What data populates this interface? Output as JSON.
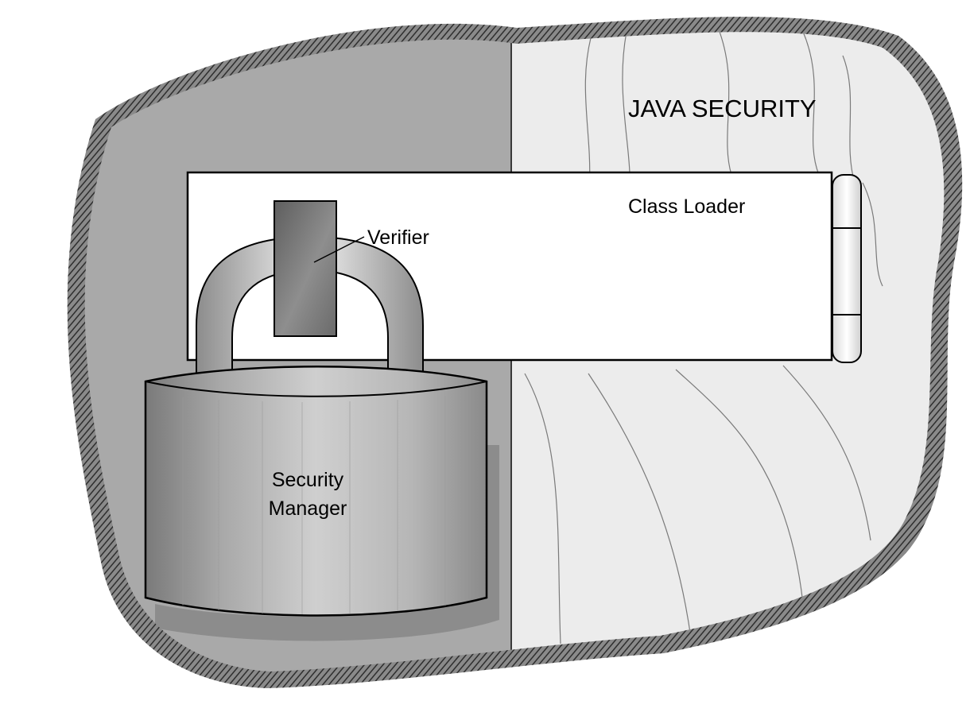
{
  "diagram": {
    "title": "JAVA SECURITY",
    "components": [
      {
        "id": "class-loader",
        "label": "Class Loader",
        "shape": "scroll-panel"
      },
      {
        "id": "verifier",
        "label": "Verifier",
        "shape": "shackle-bar"
      },
      {
        "id": "security-manager",
        "label_lines": [
          "Security",
          "Manager"
        ],
        "shape": "padlock-body"
      }
    ],
    "colors": {
      "page_background": "#ffffff",
      "blob_border": "#555555",
      "left_region": "#a9a9a9",
      "right_region": "#ececec",
      "panel_fill": "#ffffff",
      "outline": "#000000",
      "padlock_body_mid": "#c4c4c4",
      "verifier_fill": "#7a7a7a"
    }
  }
}
